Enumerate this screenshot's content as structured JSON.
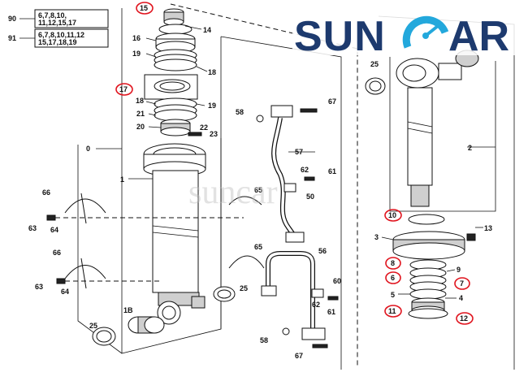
{
  "logo": {
    "brand": "SUNCAR",
    "watermark": "suncar",
    "colors": {
      "primary": "#1d3a6e",
      "accent": "#23a8dc"
    }
  },
  "kit_table": {
    "rows": [
      {
        "num": "90",
        "parts_line1": "6,7,8,10,",
        "parts_line2": "11,12,15,17"
      },
      {
        "num": "91",
        "parts_line1": "6,7,8,10,11,12",
        "parts_line2": "15,17,18,19"
      }
    ]
  },
  "labels": {
    "l15": "15",
    "l14": "14",
    "l16": "16",
    "l19a": "19",
    "l18a": "18",
    "l17": "17",
    "l18b": "18",
    "l19b": "19",
    "l21": "21",
    "l20": "20",
    "l22": "22",
    "l23": "23",
    "l0": "0",
    "l1": "1",
    "l66a": "66",
    "l63a": "63",
    "l64a": "64",
    "l66b": "66",
    "l63b": "63",
    "l64b": "64",
    "l1b": "1B",
    "l25a": "25",
    "l58a": "58",
    "l67a": "67",
    "l57": "57",
    "l62a": "62",
    "l61a": "61",
    "l65a": "65",
    "l50": "50",
    "l65b": "65",
    "l56": "56",
    "l60": "60",
    "l62b": "62",
    "l61b": "61",
    "l25b": "25",
    "l58b": "58",
    "l67b": "67",
    "l25c": "25",
    "l2": "2",
    "l10": "10",
    "l13": "13",
    "l3": "3",
    "l8": "8",
    "l9": "9",
    "l6": "6",
    "l7": "7",
    "l5": "5",
    "l4": "4",
    "l11": "11",
    "l12": "12"
  },
  "highlighted_parts": [
    "15",
    "17",
    "10",
    "8",
    "6",
    "7",
    "11",
    "12"
  ],
  "highlight_color": "#e0141e"
}
